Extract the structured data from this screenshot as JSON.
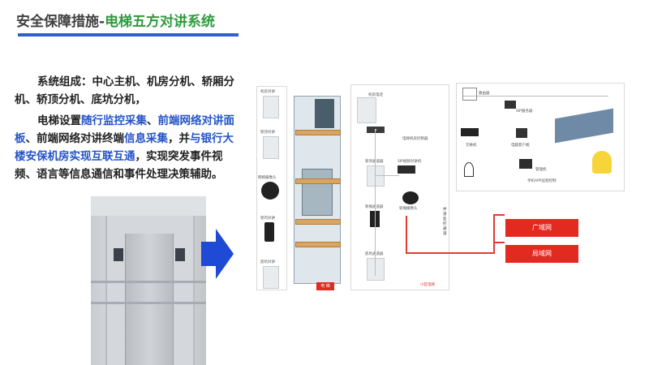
{
  "header": {
    "title_main": "安全保障措施-",
    "title_sub": "电梯五方对讲系统"
  },
  "content": {
    "para1": "系统组成：中心主机、机房分机、轿厢分机、轿顶分机、底坑分机，",
    "para2": [
      {
        "text": "电梯设置",
        "highlight": false
      },
      {
        "text": "随行监控采集",
        "highlight": true
      },
      {
        "text": "、",
        "highlight": false
      },
      {
        "text": "前端网络对讲面板",
        "highlight": true
      },
      {
        "text": "、前端网络对讲终端",
        "highlight": false
      },
      {
        "text": "信息采集",
        "highlight": true
      },
      {
        "text": "，并",
        "highlight": false
      },
      {
        "text": "与银行大楼安保机房实现互联互通",
        "highlight": true
      },
      {
        "text": "，实现突发事件视频、语言等信息通信和事件处理决策辅助。",
        "highlight": false
      }
    ]
  },
  "diagram": {
    "left_labels": [
      "机房对讲",
      "轿顶对讲",
      "网络摄像头",
      "轿内对讲",
      "底坑对讲"
    ],
    "elevator_tag": "电 梯",
    "middle_labels": [
      "机房电话",
      "电梯机房控制器",
      "轿顶通道器",
      "SIP视频对讲机",
      "轿厢通道器",
      "轿厢摄像头",
      "底坑通道器",
      "小区电梯"
    ],
    "right_labels": [
      "路由器",
      "SIP服务器",
      "交换机",
      "电脑客户端",
      "管理机",
      "手机APP远程控制"
    ],
    "vertical_label": "井道监控通道",
    "wan": "广域网",
    "lan": "局域网"
  },
  "colors": {
    "title_gray": "#404040",
    "title_green": "#2e9a3e",
    "underline": "#2f5fd0",
    "highlight": "#2453c8",
    "arrow": "#1f4ad6",
    "network_red": "#e32a21"
  }
}
